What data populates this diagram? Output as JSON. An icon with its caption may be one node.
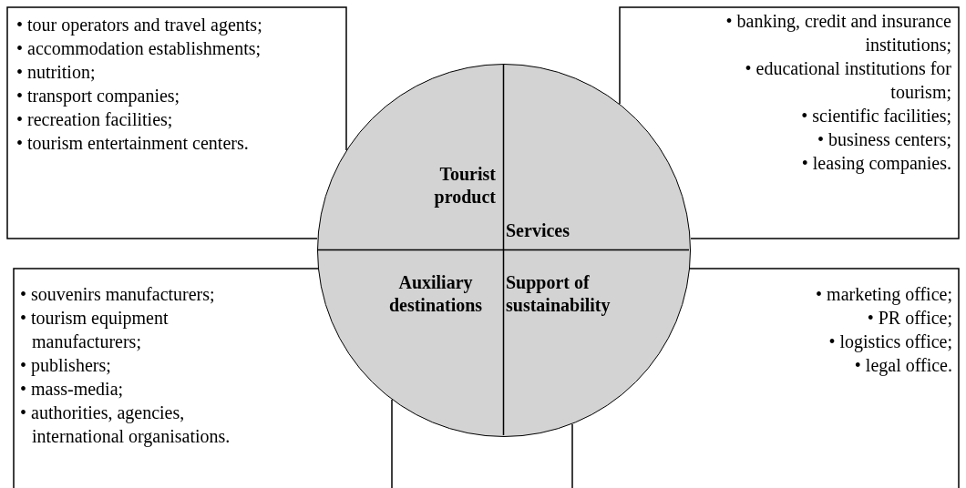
{
  "diagram": {
    "nodes": [
      {
        "text": [
          "• tour operators and travel agents;",
          "• accommodation establishments;",
          "• nutrition;",
          "• transport companies;",
          "• recreation facilities;",
          "• tourism entertainment centers."
        ]
      },
      {
        "text": [
          "• banking, credit and insurance institutions;",
          "• educational institutions for tourism;",
          "• scientific facilities;",
          "• business centers;",
          "• leasing companies."
        ]
      },
      {
        "text": [
          "• souvenirs manufacturers;",
          "• tourism equipment manufacturers;",
          "• publishers;",
          "• mass-media;",
          "• authorities, agencies, international organisations."
        ]
      },
      {
        "text": [
          "• marketing office;",
          "• PR office;",
          "• logistics office;",
          "• legal office."
        ]
      },
      {
        "text": [],
        "shape": "circle"
      },
      {
        "text": [
          "Tourist product"
        ],
        "in": 4
      },
      {
        "text": [
          "Services"
        ],
        "in": 4
      },
      {
        "text": [
          "Auxiliary destinations"
        ],
        "in": 4
      },
      {
        "text": [
          "Support of sustainability"
        ],
        "in": 4
      }
    ],
    "edges": []
  }
}
